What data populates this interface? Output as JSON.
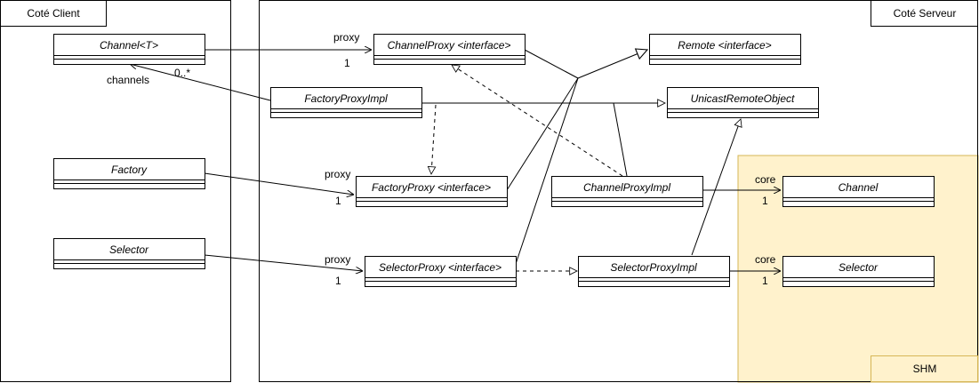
{
  "colors": {
    "shm_fill": "#fff2cc",
    "shm_stroke": "#d6b656",
    "line": "#000000"
  },
  "frames": {
    "client": "Coté Client",
    "server": "Coté Serveur",
    "shm": "SHM"
  },
  "classes": {
    "channel_t": "Channel<T>",
    "factory_client": "Factory",
    "selector_client": "Selector",
    "channel_proxy": "ChannelProxy <interface>",
    "remote": "Remote <interface>",
    "factory_proxy_impl": "FactoryProxyImpl",
    "unicast": "UnicastRemoteObject",
    "factory_proxy": "FactoryProxy <interface>",
    "channel_proxy_impl": "ChannelProxyImpl",
    "selector_proxy": "SelectorProxy <interface>",
    "selector_proxy_impl": "SelectorProxyImpl",
    "channel_core": "Channel",
    "selector_core": "Selector"
  },
  "labels": {
    "proxy_channel": "proxy",
    "mult_channel_proxy": "1",
    "mult_channels": "0..*",
    "channels": "channels",
    "proxy_factory": "proxy",
    "mult_factory_proxy": "1",
    "proxy_selector": "proxy",
    "mult_selector_proxy": "1",
    "core_channel": "core",
    "mult_core_channel": "1",
    "core_selector": "core",
    "mult_core_selector": "1"
  }
}
